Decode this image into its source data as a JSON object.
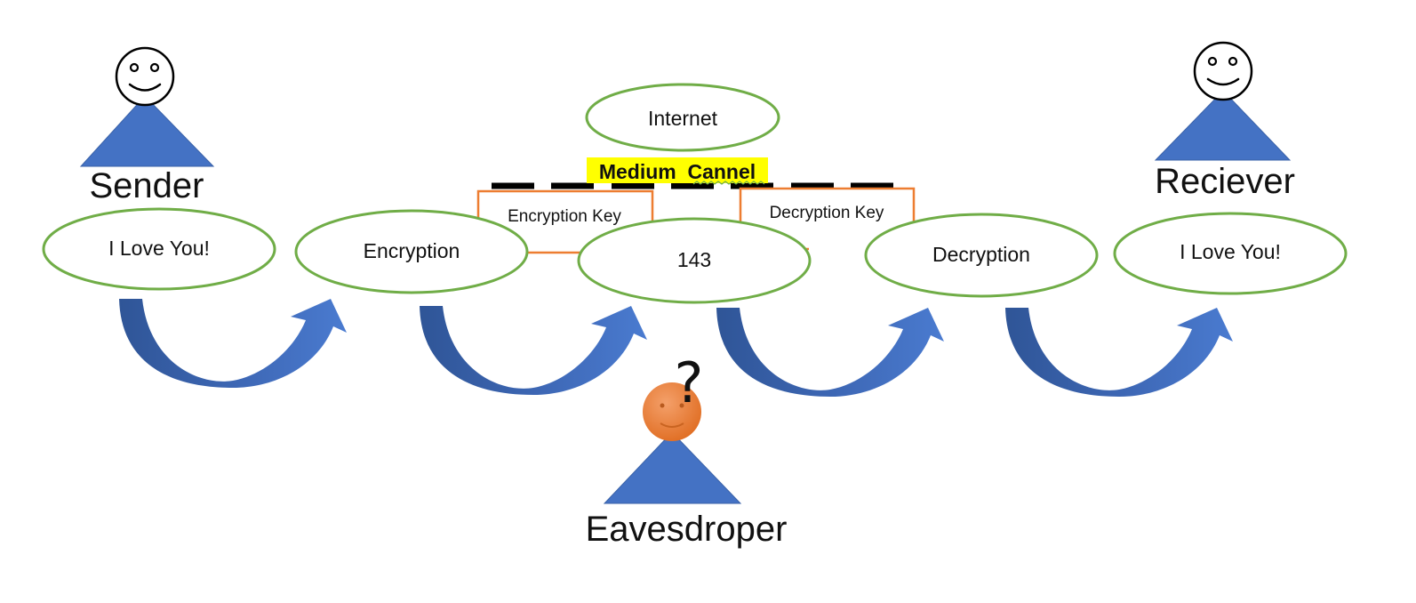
{
  "actors": {
    "sender": "Sender",
    "receiver": "Reciever",
    "eavesdropper": "Eavesdroper",
    "eavesdropper_mark": "?"
  },
  "flow": {
    "plaintext_left": "I Love You!",
    "encryption": "Encryption",
    "ciphertext": "143",
    "decryption": "Decryption",
    "plaintext_right": "I Love You!"
  },
  "network": {
    "internet": "Internet",
    "medium": "Medium  Cannel"
  },
  "keys": {
    "encryption_key": "Encryption Key",
    "decryption_key": "Decryption Key"
  },
  "colors": {
    "ellipse_stroke": "#70ad47",
    "key_box_stroke": "#ed7d31",
    "person_body": "#4472c4",
    "arrow": "#4472c4",
    "eavesdropper_head": "#ed7d31",
    "highlight": "#ffff00",
    "dashes": "#000000"
  }
}
